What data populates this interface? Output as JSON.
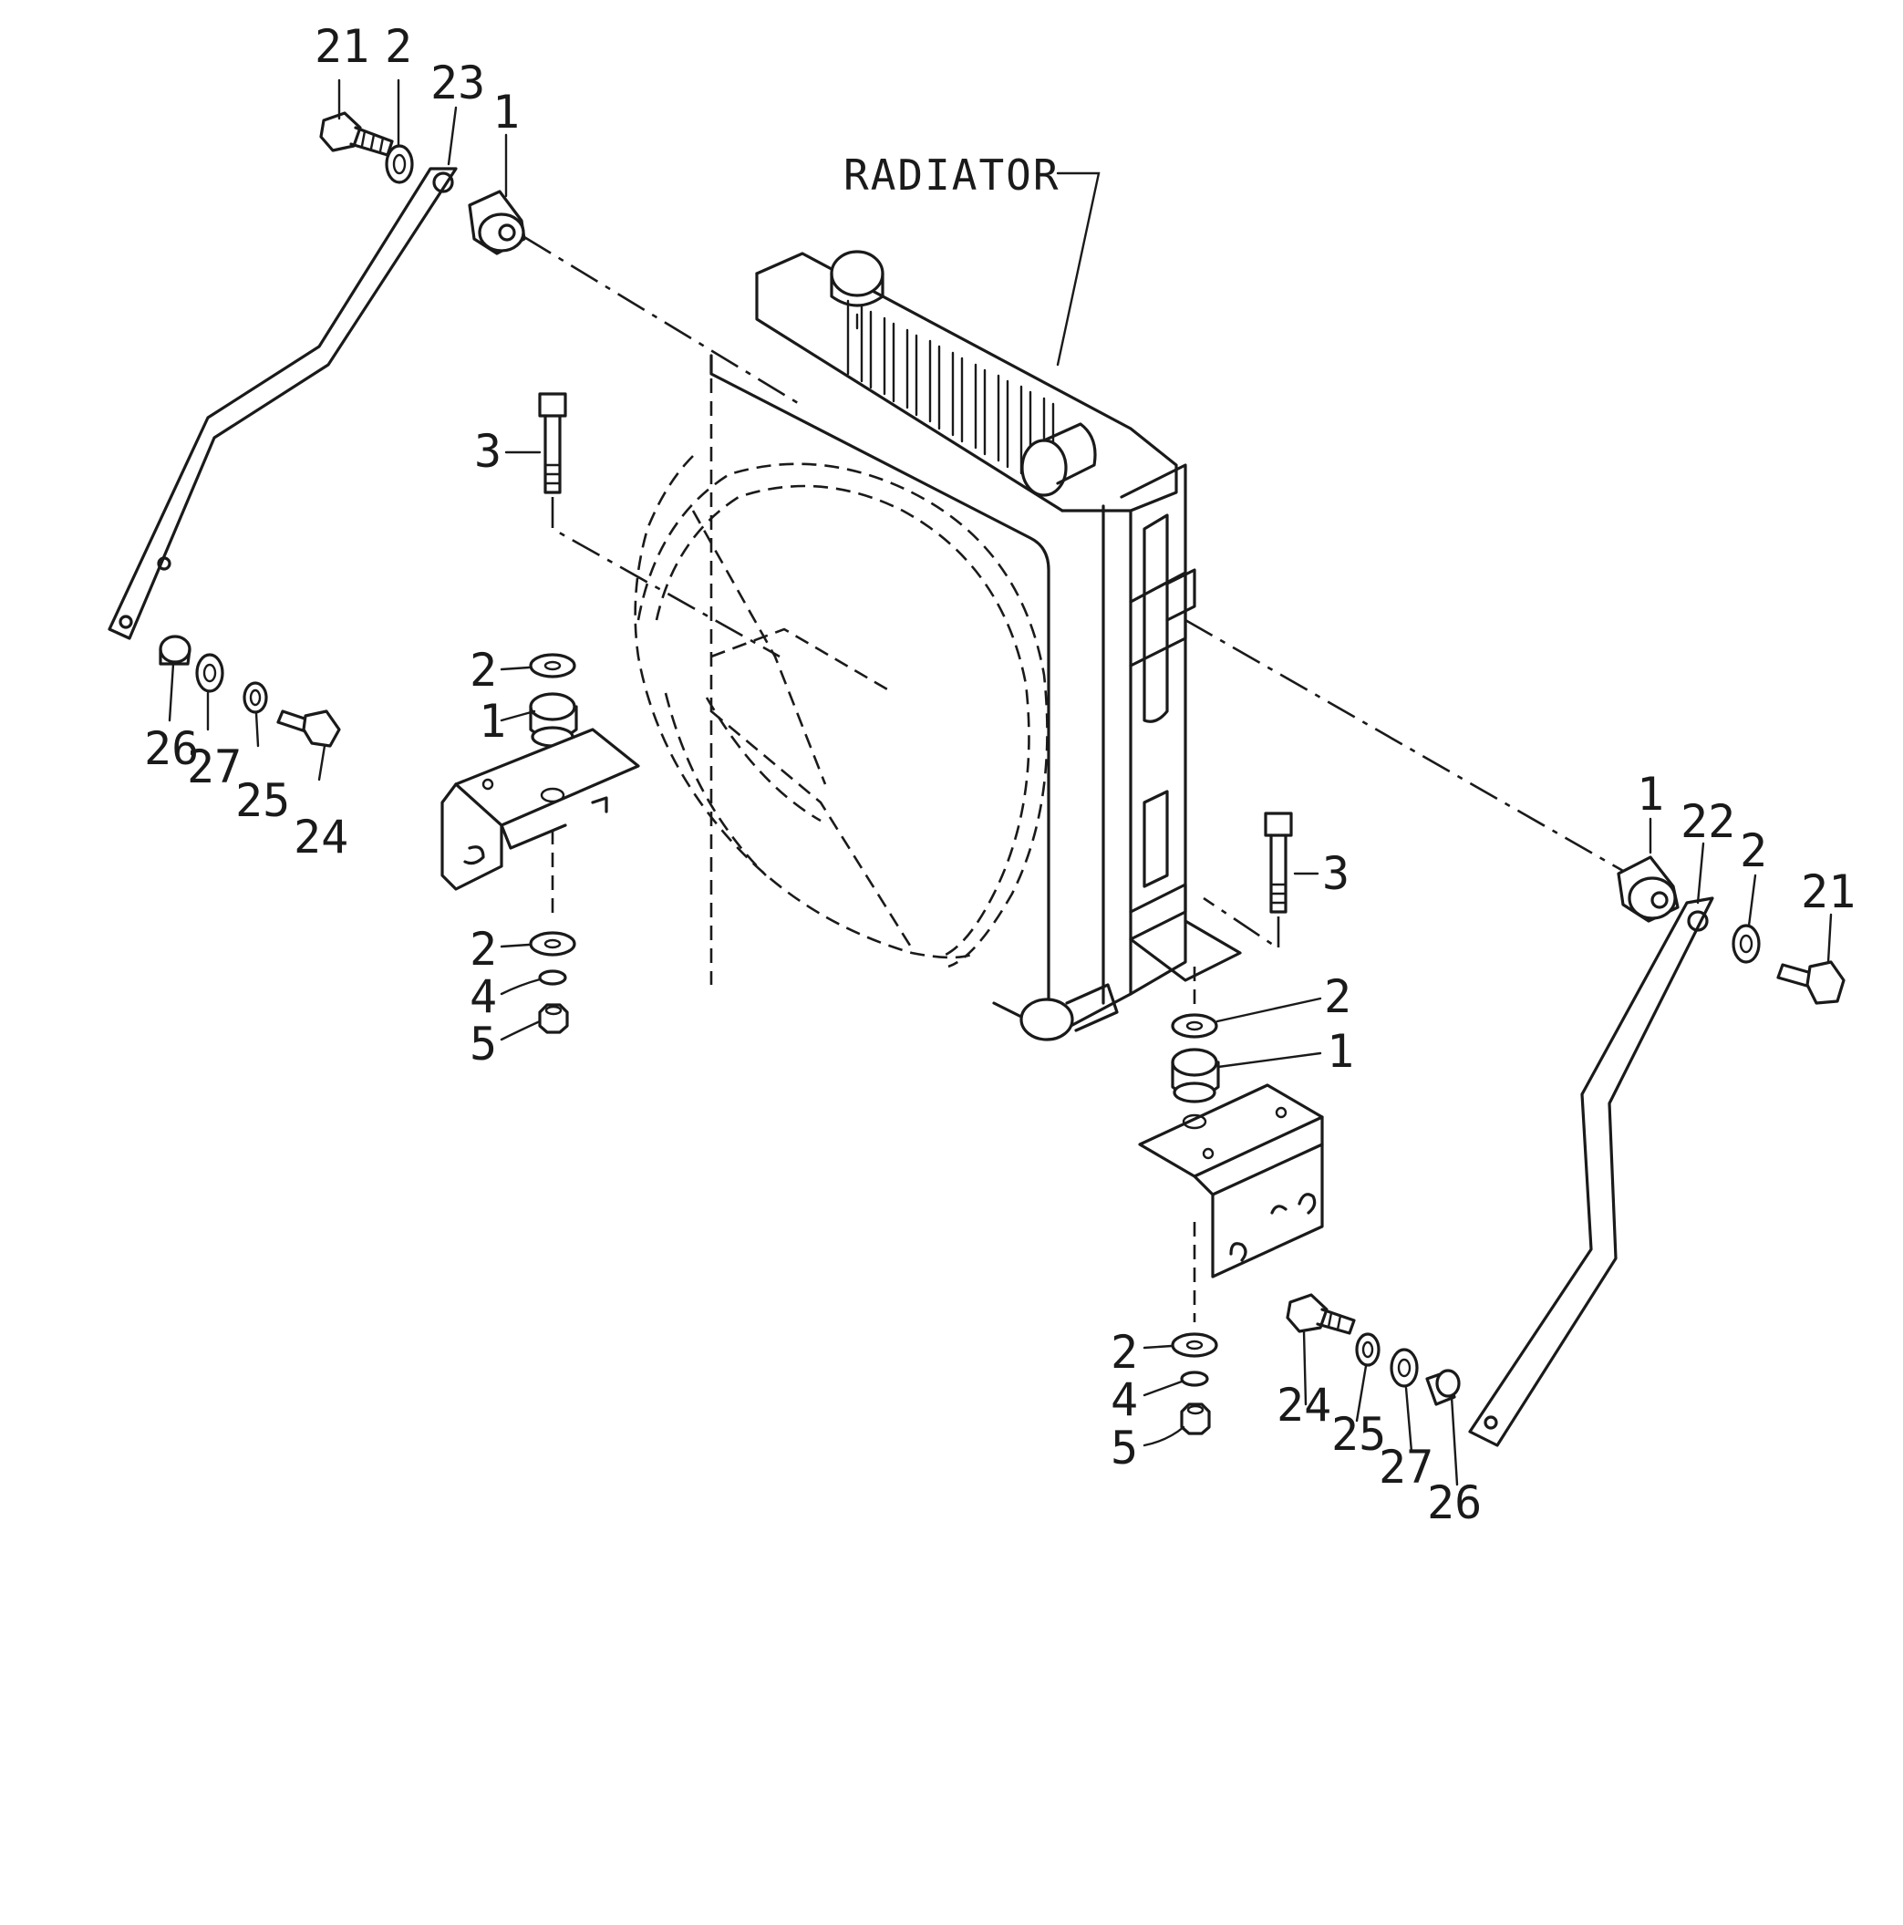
{
  "title_label": "RADIATOR",
  "callouts": {
    "tl_21": "21",
    "tl_2": "2",
    "tl_23": "23",
    "tl_1": "1",
    "ml_26": "26",
    "ml_27": "27",
    "ml_25": "25",
    "ml_24": "24",
    "c_3": "3",
    "lb_2a": "2",
    "lb_1": "1",
    "lb_2b": "2",
    "lb_4": "4",
    "lb_5": "5",
    "r_1": "1",
    "r_22": "22",
    "r_2": "2",
    "r_21": "21",
    "rc_3": "3",
    "rb_2a": "2",
    "rb_1": "1",
    "rb_2b": "2",
    "rb_4": "4",
    "rb_5": "5",
    "br_24": "24",
    "br_25": "25",
    "br_27": "27",
    "br_26": "26"
  }
}
